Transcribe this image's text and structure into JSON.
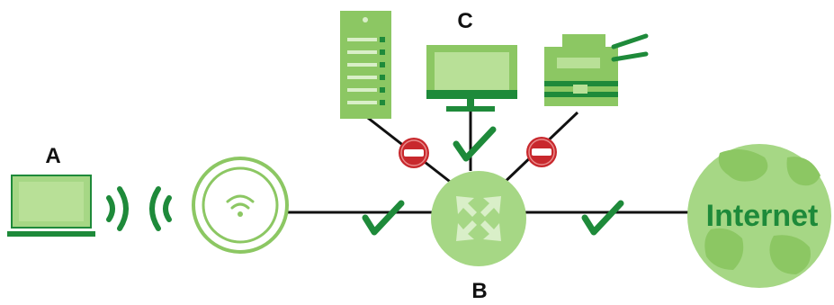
{
  "labels": {
    "a": "A",
    "b": "B",
    "c": "C",
    "internet": "Internet"
  },
  "colors": {
    "light_green": "#a6d785",
    "mid_green": "#8cc763",
    "dark_green": "#1e8a3a",
    "line": "#111111",
    "deny_red": "#c8282d"
  },
  "links": [
    {
      "from": "laptop",
      "to": "access-point",
      "type": "wireless"
    },
    {
      "from": "access-point",
      "to": "router",
      "status": "allowed"
    },
    {
      "from": "router",
      "to": "internet",
      "status": "allowed"
    },
    {
      "from": "router",
      "to": "server",
      "status": "blocked"
    },
    {
      "from": "router",
      "to": "monitor",
      "status": "allowed"
    },
    {
      "from": "router",
      "to": "printer",
      "status": "blocked"
    }
  ]
}
